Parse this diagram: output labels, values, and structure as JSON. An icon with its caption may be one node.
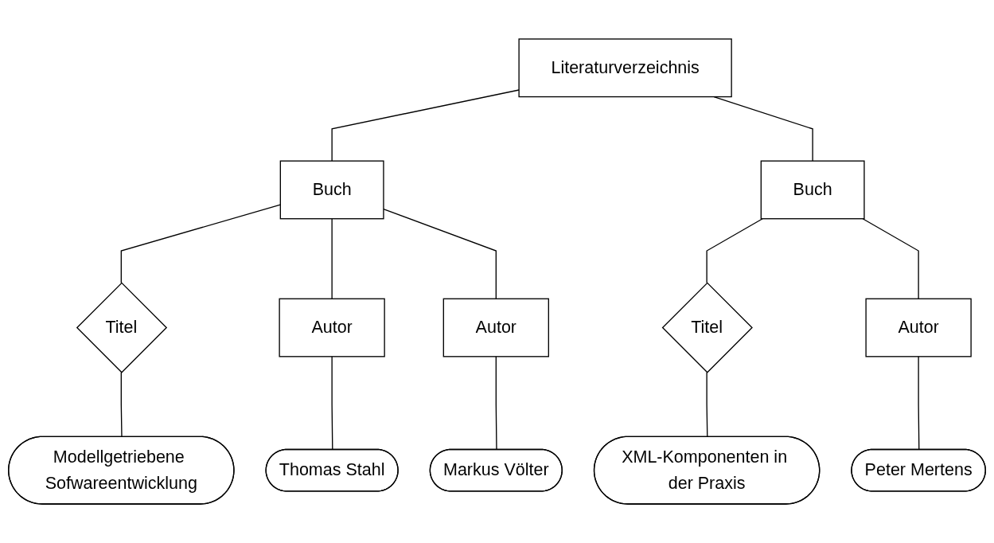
{
  "diagram": {
    "nodes": [
      {
        "text": [
          "Literaturverzeichnis"
        ]
      },
      {
        "text": [
          "Buch"
        ]
      },
      {
        "text": [
          "Buch"
        ]
      },
      {
        "text": [
          "Titel"
        ]
      },
      {
        "text": [
          "Autor"
        ]
      },
      {
        "text": [
          "Autor"
        ]
      },
      {
        "text": [
          "Titel"
        ]
      },
      {
        "text": [
          "Autor"
        ]
      },
      {
        "text": [
          "Modellgetriebene Sofwareentwicklung"
        ]
      },
      {
        "text": [
          "Thomas Stahl"
        ]
      },
      {
        "text": [
          "Markus Völter"
        ]
      },
      {
        "text": [
          "XML-Komponenten in der Praxis"
        ]
      },
      {
        "text": [
          "Peter Mertens"
        ]
      }
    ],
    "edges": [
      {
        "from": 0,
        "to": 1,
        "arrow": "none"
      },
      {
        "from": 0,
        "to": 2,
        "arrow": "none"
      },
      {
        "from": 1,
        "to": 3,
        "arrow": "none"
      },
      {
        "from": 1,
        "to": 4,
        "arrow": "none"
      },
      {
        "from": 1,
        "to": 5,
        "arrow": "none"
      },
      {
        "from": 2,
        "to": 6,
        "arrow": "none"
      },
      {
        "from": 2,
        "to": 7,
        "arrow": "none"
      },
      {
        "from": 3,
        "to": 8,
        "arrow": "none"
      },
      {
        "from": 4,
        "to": 9,
        "arrow": "none"
      },
      {
        "from": 5,
        "to": 10,
        "arrow": "none"
      },
      {
        "from": 6,
        "to": 11,
        "arrow": "none"
      },
      {
        "from": 7,
        "to": 12,
        "arrow": "none"
      }
    ]
  }
}
